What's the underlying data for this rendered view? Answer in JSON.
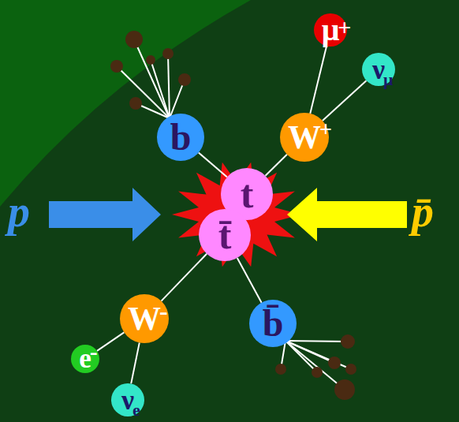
{
  "diagram": {
    "nodes": [
      {
        "text": [
          "μ",
          "+"
        ]
      },
      {
        "text": [
          "ν",
          "μ"
        ]
      },
      {
        "text": [
          "b"
        ]
      },
      {
        "text": [
          "W",
          "+"
        ]
      },
      {
        "text": [
          "t"
        ]
      },
      {
        "text": [
          "t̄"
        ]
      },
      {
        "text": [
          "W",
          "-"
        ]
      },
      {
        "text": [
          "b̄"
        ]
      },
      {
        "text": [
          "e",
          "-"
        ]
      },
      {
        "text": [
          "ν",
          "e"
        ]
      }
    ],
    "edges": [
      {
        "from": 4,
        "to": 2,
        "arrow": "none"
      },
      {
        "from": 4,
        "to": 3,
        "arrow": "none"
      },
      {
        "from": 3,
        "to": 0,
        "arrow": "none"
      },
      {
        "from": 3,
        "to": 1,
        "arrow": "none"
      },
      {
        "from": 5,
        "to": 6,
        "arrow": "none"
      },
      {
        "from": 5,
        "to": 7,
        "arrow": "none"
      },
      {
        "from": 6,
        "to": 8,
        "arrow": "none"
      },
      {
        "from": 6,
        "to": 9,
        "arrow": "none"
      }
    ],
    "labels": [
      "p",
      "p̄"
    ]
  }
}
